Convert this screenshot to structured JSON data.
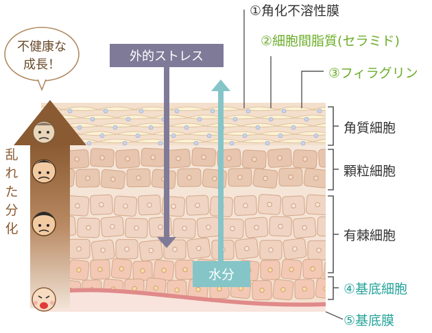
{
  "speech_bubble": {
    "line1": "不健康な",
    "line2": "成長！"
  },
  "side_arrow_label": [
    "乱",
    "れ",
    "た",
    "分",
    "化"
  ],
  "stress_label": "外的ストレス",
  "water_label": "水分",
  "top_labels": {
    "cornified_envelope": "①角化不溶性膜",
    "ceramide": "②細胞間脂質(セラミド)",
    "filaggrin": "③フィラグリン"
  },
  "layer_labels": {
    "stratum_corneum": "角質細胞",
    "granular": "顆粒細胞",
    "spinous": "有棘細胞",
    "basal": "④基底細胞",
    "basement_membrane": "⑤基底膜"
  },
  "colors": {
    "brown_arrow": "#9c6a3f",
    "stress_arrow": "#7f7a98",
    "water_arrow": "#85c5c8",
    "green_text": "#6cad2a",
    "teal_text": "#26a39a",
    "membrane": "#e08a8a",
    "cell_fill": "#ebcbb4",
    "cell_stroke": "#d4a98c",
    "bracket": "#555555"
  }
}
